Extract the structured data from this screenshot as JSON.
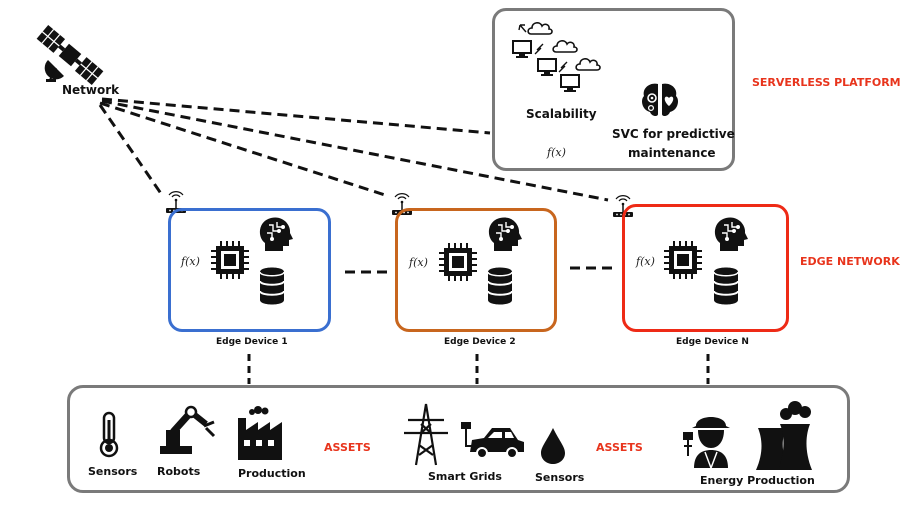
{
  "network": {
    "label": "Network"
  },
  "platform": {
    "title": "SERVERLESS PLATFORM",
    "scalability": "Scalability",
    "fx": "f(x)",
    "svc_line1": "SVC for predictive",
    "svc_line2": "maintenance"
  },
  "edge": {
    "title": "EDGE NETWORK",
    "devices": [
      {
        "label": "Edge Device 1",
        "fx": "f(x)"
      },
      {
        "label": "Edge Device 2",
        "fx": "f(x)"
      },
      {
        "label": "Edge Device N",
        "fx": "f(x)"
      }
    ]
  },
  "assets": {
    "left_title": "ASSETS",
    "right_title": "ASSETS",
    "sensors": "Sensors",
    "robots": "Robots",
    "production": "Production",
    "smart_grids": "Smart Grids",
    "sensors2": "Sensors",
    "energy_production": "Energy Production"
  },
  "colors": {
    "device1": "#3a6fd0",
    "device2": "#c8661e",
    "device3": "#ee2a16",
    "accent_text": "#e8341c",
    "frame": "#7a7a7a"
  }
}
